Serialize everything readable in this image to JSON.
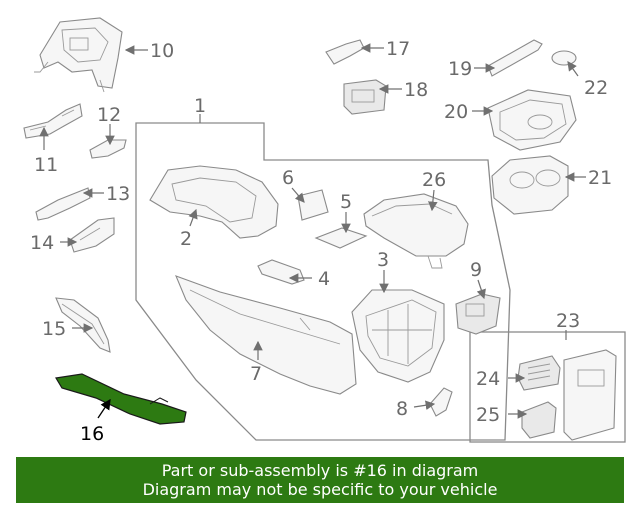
{
  "callouts": {
    "c1": "1",
    "c2": "2",
    "c3": "3",
    "c4": "4",
    "c5": "5",
    "c6": "6",
    "c7": "7",
    "c8": "8",
    "c9": "9",
    "c10": "10",
    "c11": "11",
    "c12": "12",
    "c13": "13",
    "c14": "14",
    "c15": "15",
    "c16": "16",
    "c17": "17",
    "c18": "18",
    "c19": "19",
    "c20": "20",
    "c21": "21",
    "c22": "22",
    "c23": "23",
    "c24": "24",
    "c25": "25",
    "c26": "26"
  },
  "highlighted_part": "16",
  "colors": {
    "highlight_fill": "#2d7a12",
    "banner_background": "#2d7a12",
    "banner_text": "#ffffff",
    "line_art": "#8a8a8a"
  },
  "banner": {
    "line1": "Part or sub-assembly is #16 in diagram",
    "line2": "Diagram may not be specific to your vehicle"
  }
}
